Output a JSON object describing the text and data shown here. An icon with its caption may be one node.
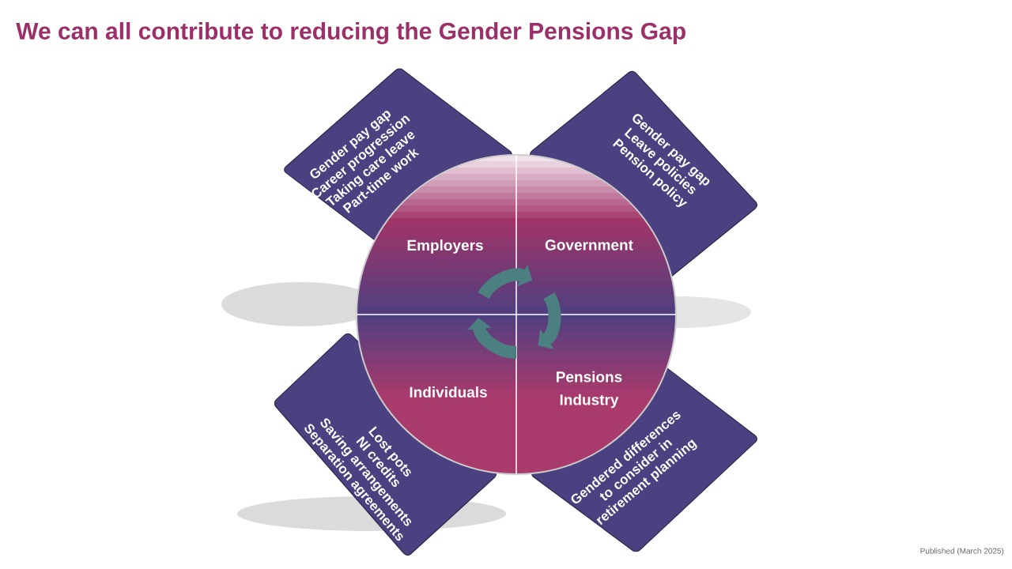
{
  "diagram": {
    "title": "We can all contribute to reducing the Gender Pensions Gap",
    "nodes": [
      {
        "text": [
          "Gender pay gap",
          "Career progression",
          "Taking care leave",
          "Part-time work"
        ]
      },
      {
        "text": [
          "Gender pay gap",
          "Leave policies",
          "Pension policy"
        ]
      },
      {
        "text": [
          "Employers",
          "Government",
          "Individuals",
          "Pensions Industry"
        ]
      },
      {
        "text": [
          "Lost pots",
          "NI credits",
          "Saving arrangements",
          "Separation agreements"
        ]
      },
      {
        "text": [
          "Gendered differences to consider in retirement planning"
        ]
      }
    ],
    "labels": [
      "Published (March 2025)"
    ]
  }
}
